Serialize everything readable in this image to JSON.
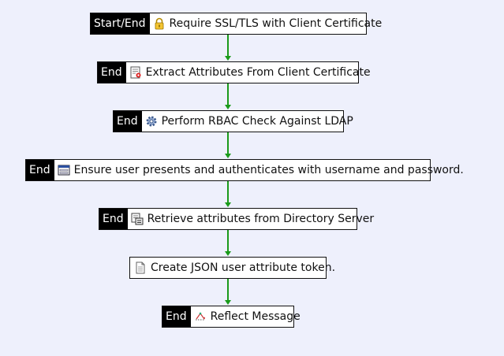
{
  "colors": {
    "background": "#eef0fc",
    "arrow": "#1a9a1a",
    "tag_bg": "#000000"
  },
  "steps": [
    {
      "tag": "Start/End",
      "label": "Require SSL/TLS with Client Certificate",
      "icon": "lock-icon"
    },
    {
      "tag": "End",
      "label": "Extract Attributes From Client Certificate",
      "icon": "certificate-icon"
    },
    {
      "tag": "End",
      "label": "Perform RBAC Check Against LDAP",
      "icon": "gear-icon"
    },
    {
      "tag": "End",
      "label": "Ensure user presents and authenticates with username and password.",
      "icon": "login-form-icon"
    },
    {
      "tag": "End",
      "label": "Retrieve attributes from Directory Server",
      "icon": "directory-icon"
    },
    {
      "tag": "",
      "label": "Create JSON user attribute token.",
      "icon": "document-icon"
    },
    {
      "tag": "End",
      "label": "Reflect Message",
      "icon": "reflect-icon"
    }
  ]
}
